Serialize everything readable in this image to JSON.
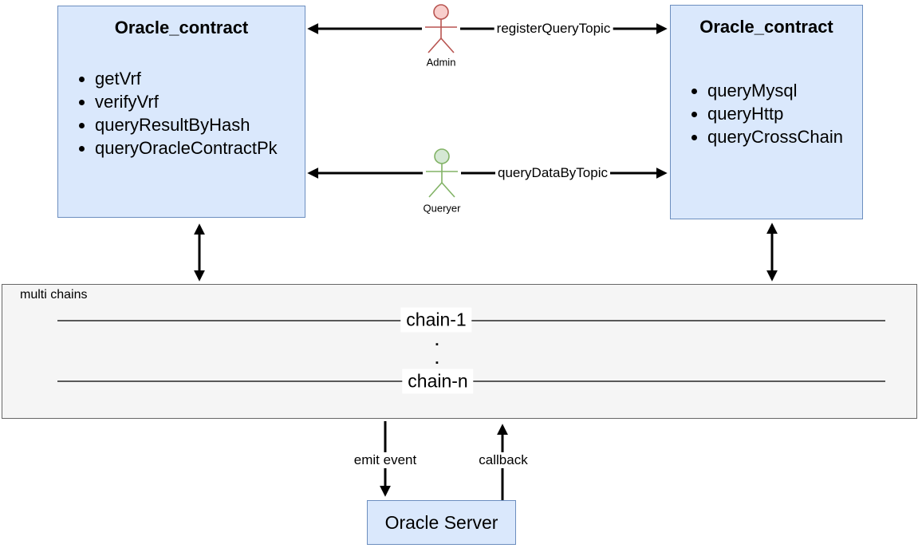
{
  "contracts": {
    "left": {
      "title": "Oracle_contract",
      "methods": [
        "getVrf",
        "verifyVrf",
        "queryResultByHash",
        "queryOracleContractPk"
      ]
    },
    "right": {
      "title": "Oracle_contract",
      "methods": [
        "queryMysql",
        "queryHttp",
        "queryCrossChain"
      ]
    }
  },
  "actors": {
    "admin": {
      "label": "Admin"
    },
    "queryer": {
      "label": "Queryer"
    }
  },
  "edges": {
    "register": "registerQueryTopic",
    "query_data": "queryDataByTopic",
    "emit": "emit event",
    "callback": "callback"
  },
  "chains": {
    "title": "multi chains",
    "chain1": "chain-1",
    "chainN": "chain-n",
    "dot": "▪"
  },
  "server": {
    "title": "Oracle Server"
  },
  "colors": {
    "contract_fill": "#dae8fc",
    "contract_border": "#6c8ebf",
    "chains_fill": "#f5f5f5",
    "chains_border": "#666666",
    "admin_stroke": "#b85450",
    "admin_head_fill": "#f8cecc",
    "queryer_stroke": "#82b366",
    "queryer_head_fill": "#d5e8d4",
    "arrow": "#000000"
  }
}
